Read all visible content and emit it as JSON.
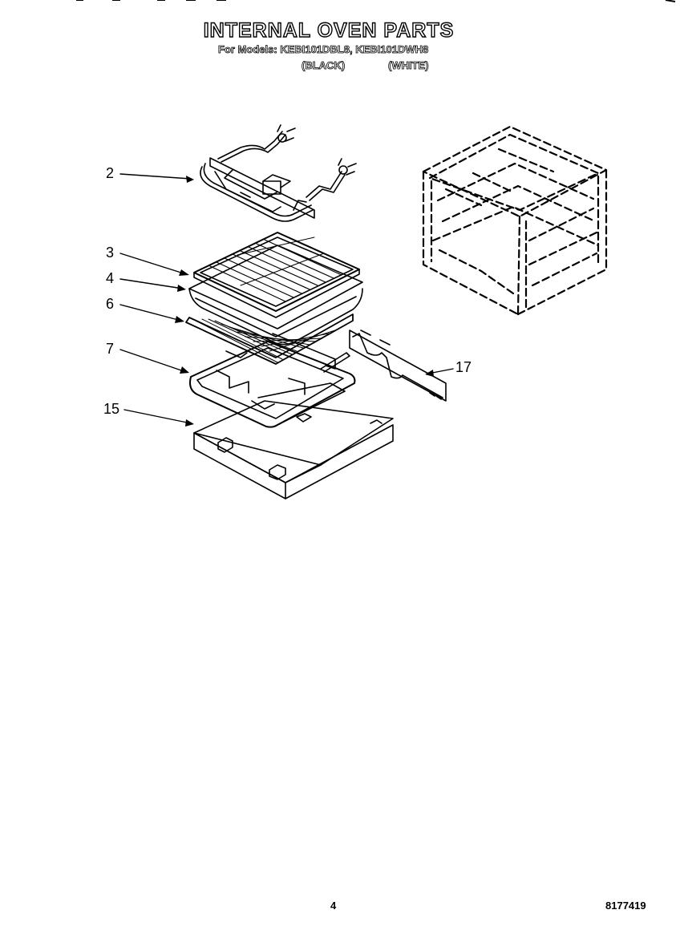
{
  "header": {
    "title": "INTERNAL OVEN PARTS",
    "models": "For Models: KEBI101DBL8, KEBI101DWH8",
    "color_black": "(BLACK)",
    "color_white": "(WHITE)"
  },
  "callouts": {
    "p2": "2",
    "p3": "3",
    "p4": "4",
    "p6": "6",
    "p7": "7",
    "p15": "15",
    "p17": "17"
  },
  "footer": {
    "page_number": "4",
    "doc_number": "8177419"
  }
}
